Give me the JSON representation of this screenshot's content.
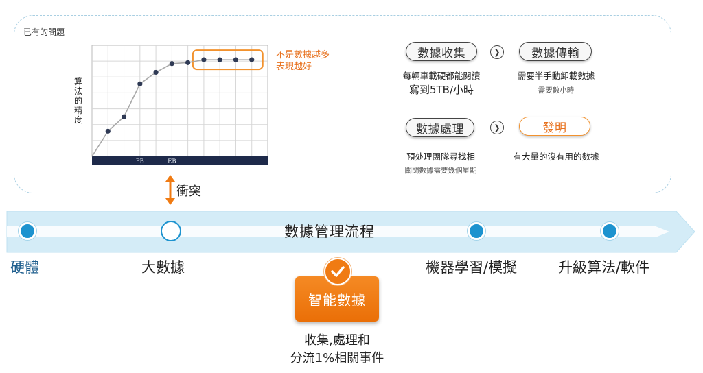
{
  "problem_box": {
    "title": "已有的問題",
    "chart": {
      "y_label": "算法的精度",
      "x_ticks": [
        "",
        "PB",
        "EB"
      ],
      "note_line1": "不是數據越多",
      "note_line2": "表現越好"
    },
    "conflict_label": "衝突",
    "flow": {
      "collect": {
        "title": "數據收集",
        "desc1": "每輛車載硬都能閱讀",
        "desc2": "寫到5TB/小時"
      },
      "transfer": {
        "title": "數據傳輸",
        "desc1": "需要半手動卸載數據",
        "desc2": "需要數小時"
      },
      "process": {
        "title": "數據處理",
        "desc1": "預处理團隊尋找相",
        "desc2": "關閉數據需要幾個星期"
      },
      "discover": {
        "title": "發明",
        "desc1": "有大量的沒有用的數據"
      },
      "arrow_glyph": "❯"
    }
  },
  "timeline": {
    "band_label": "數據管理流程",
    "stages": [
      "硬體",
      "大數據",
      "機器學習/模擬",
      "升級算法/軟件"
    ]
  },
  "smart_data": {
    "title": "智能數據",
    "desc_line1": "收集,處理和",
    "desc_line2": "分流1%相關事件"
  },
  "colors": {
    "accent_blue": "#1d93cf",
    "band_blue": "#d4ecf7",
    "accent_orange": "#f07b13",
    "dashed_border": "#a9cfe2"
  },
  "chart_data": {
    "type": "line",
    "title": "",
    "xlabel": "",
    "ylabel": "算法的精度",
    "x_tick_labels": [
      "",
      "PB",
      "EB"
    ],
    "x": [
      0,
      1,
      2,
      3,
      4,
      5,
      6,
      7,
      8,
      9,
      10
    ],
    "values": [
      0,
      26,
      41,
      75,
      87,
      96,
      97,
      100,
      100,
      100,
      100
    ],
    "xlim": [
      0,
      11
    ],
    "ylim": [
      0,
      115
    ],
    "grid": true,
    "highlight_points": [
      7,
      8,
      9,
      10
    ]
  }
}
